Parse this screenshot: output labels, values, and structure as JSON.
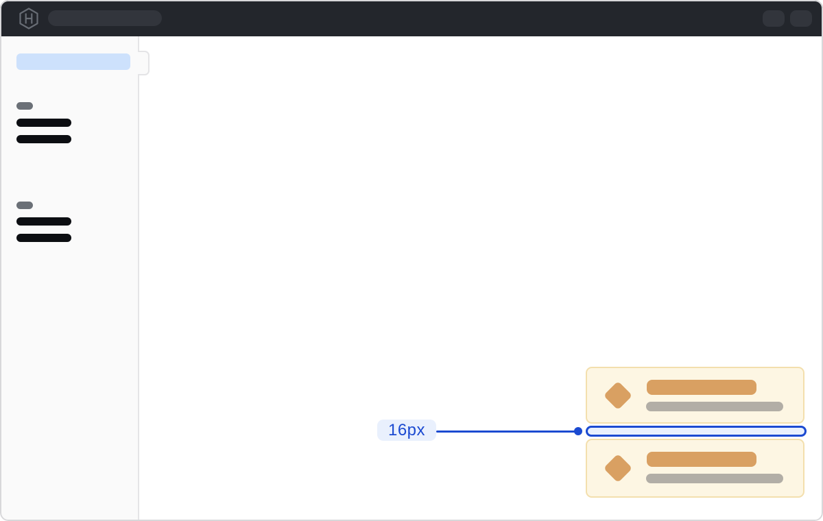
{
  "colors": {
    "topbar_bg": "#23262c",
    "topbar_pill": "#32353c",
    "logo_gray": "#686d75",
    "sidebar_bg": "#fafafa",
    "sidebar_border": "#e4e4e6",
    "active_pill": "#cde1fc",
    "section_label": "#6b7077",
    "nav_link": "#0c0e12",
    "card_bg": "#fdf6e3",
    "card_border": "#f3dfad",
    "card_accent": "#d9a062",
    "card_muted": "#b2aea6",
    "annotation_blue": "#1b4ad1",
    "annotation_fill": "#e9f0fd",
    "frame_border": "#d8d8da"
  },
  "topbar": {
    "logo_icon": "hashicorp-logo",
    "search_skeleton": "pill-placeholder",
    "action_skeletons": [
      "pill-placeholder",
      "pill-placeholder"
    ]
  },
  "sidebar": {
    "active_item": "selected-nav-placeholder",
    "groups": [
      {
        "label": "section-label-placeholder",
        "links": [
          "nav-link-placeholder",
          "nav-link-placeholder"
        ]
      },
      {
        "label": "section-label-placeholder",
        "links": [
          "nav-link-placeholder",
          "nav-link-placeholder"
        ]
      }
    ]
  },
  "cards": [
    {
      "icon": "diamond-icon",
      "title": "title-bar-placeholder",
      "subtitle": "subtitle-bar-placeholder"
    },
    {
      "icon": "diamond-icon",
      "title": "title-bar-placeholder",
      "subtitle": "subtitle-bar-placeholder"
    }
  ],
  "annotation": {
    "label": "16px"
  }
}
